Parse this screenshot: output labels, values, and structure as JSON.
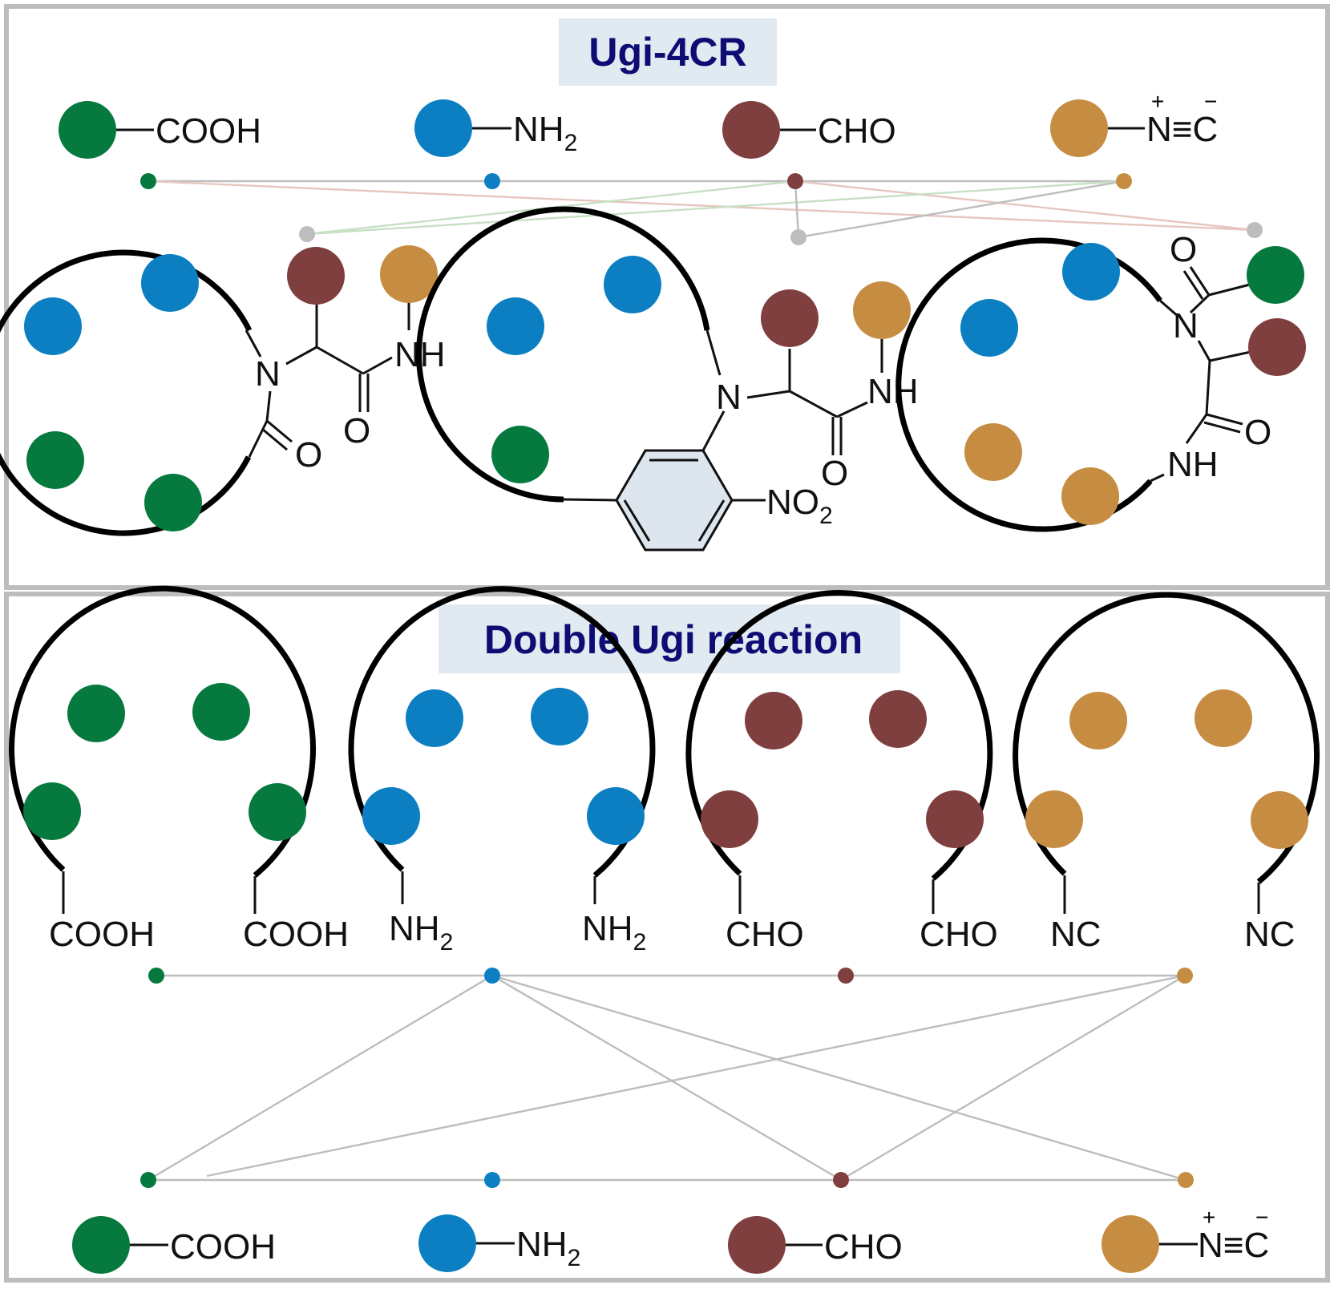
{
  "colors": {
    "acid": "#067a3e",
    "amine": "#0b7fc2",
    "aldehyde": "#7f3f3f",
    "isocyanide": "#c68d42",
    "graph_edge": "#bdbdbd",
    "title_bg": "#e1e9f1",
    "title_text": "#0d0d73"
  },
  "panel_top": {
    "title": "Ugi-4CR",
    "legend": {
      "acid": "COOH",
      "amine_main": "NH",
      "amine_sub": "2",
      "aldehyde": "CHO",
      "isocyanide": "N≡C",
      "plus": "+",
      "minus": "−"
    },
    "macrocycle_1": {
      "n": "N",
      "nh": "NH",
      "o1": "O",
      "o2": "O"
    },
    "macrocycle_2": {
      "n": "N",
      "nh": "NH",
      "o": "O",
      "no2_main": "NO",
      "no2_sub": "2"
    },
    "macrocycle_3": {
      "n": "N",
      "nh": "NH",
      "o1": "O",
      "o2": "O"
    }
  },
  "panel_bottom": {
    "title": "Double Ugi reaction",
    "bifunctional": {
      "acid": "COOH",
      "amine_main": "NH",
      "amine_sub": "2",
      "aldehyde": "CHO",
      "isocyanide": "NC"
    },
    "legend": {
      "acid": "COOH",
      "amine_main": "NH",
      "amine_sub": "2",
      "aldehyde": "CHO",
      "isocyanide": "N≡C",
      "plus": "+",
      "minus": "−"
    }
  }
}
